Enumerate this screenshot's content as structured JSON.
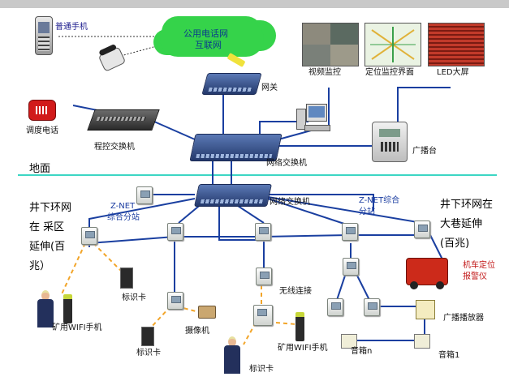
{
  "labels": {
    "mobile": "普通手机",
    "cloud_line1": "公用电话网",
    "cloud_line2": "互联网",
    "gateway": "网关",
    "dispatch_phone": "调度电话",
    "pbx": "程控交换机",
    "video": "视频监控",
    "positioning": "定位监控界面",
    "led": "LED大屏",
    "broadcast": "广播台",
    "ground": "地面",
    "switch1": "网络交换机",
    "switch2": "网络交换机",
    "underground_left": [
      "井下环网",
      "在 采区",
      "延伸(百",
      "兆）"
    ],
    "underground_right": [
      "井下环网在",
      "大巷延伸",
      "(百兆)"
    ],
    "znet1": [
      "Z-NET",
      "综合分站"
    ],
    "znet2": [
      "Z-NET综合",
      "分站"
    ],
    "wifi_phone1": "矿用WIFI手机",
    "id_card1": "标识卡",
    "id_card2": "标识卡",
    "id_card3": "标识卡",
    "camera": "摄像机",
    "wireless": "无线连接",
    "wifi_phone2": "矿用WIFI手机",
    "alarm": [
      "机车定位",
      "报警仪"
    ],
    "amp": "广播播放器",
    "speaker_n": "音箱n",
    "speaker_1": "音箱1"
  },
  "colors": {
    "cable": "#1a3fa0",
    "wireless": "#f2a52a",
    "ground_line": "#3cd6c4",
    "cloud": "#35d34a",
    "cloud_text": "#0a3a8c",
    "led_panel": "#c23a2a",
    "dispatch_phone": "#d11a1a",
    "lightning": "#f0e23c"
  }
}
